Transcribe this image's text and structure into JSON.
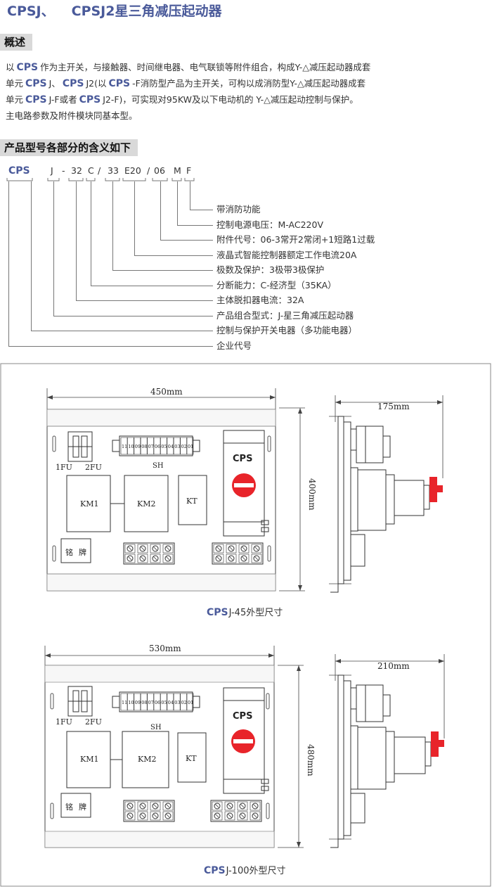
{
  "header": {
    "title_part1": "CPSJ、",
    "title_part2": "CPSJ2星三角减压起动器"
  },
  "overview": {
    "heading": "概述",
    "line1": {
      "s1": "以",
      "b1": "CPS",
      "s2": "作为主开关，与接触器、时间继电器、电气联锁等附件组合，构成Y-△减压起动器成套"
    },
    "line2": {
      "s1": "单元",
      "b1": "CPS",
      "s2": "J、",
      "b2": "CPS",
      "s3": "J2(以",
      "b3": "CPS",
      "s4": "-F消防型产品为主开关，可构以成消防型Y-△减压起动器成套"
    },
    "line3": {
      "s1": "单元",
      "b1": "CPS",
      "s2": "J-F或者",
      "b2": "CPS",
      "s3": "J2-F)，可实现对95KW及以下电动机的 Y-△减压起动控制与保护。"
    },
    "line4": "主电路参数及附件模块同基本型。"
  },
  "model": {
    "heading": "产品型号各部分的含义如下",
    "parts": [
      "CPS",
      "J",
      "-",
      "32",
      "C",
      "/",
      "33",
      "E20",
      "/",
      "06",
      "M",
      "F"
    ],
    "meanings": [
      "带消防功能",
      "控制电源电压：M-AC220V",
      "附件代号：06-3常开2常闭+1短路1过载",
      "液晶式智能控制器额定工作电流20A",
      "极数及保护：3极带3极保护",
      "分断能力：C-经济型（35KA）",
      "主体脱扣器电流：32A",
      "产品组合型式：J-星三角减压起动器",
      "控制与保护开关电器（多功能电器）",
      "企业代号"
    ]
  },
  "drawings": [
    {
      "width_label": "450mm",
      "height_label": "400mm",
      "depth_label": "175mm",
      "fuse1": "1FU",
      "fuse2": "2FU",
      "terminal_label": "SH",
      "terminal_numbers": [
        "11",
        "10",
        "09",
        "08",
        "07",
        "06",
        "05",
        "04",
        "03",
        "02",
        "01"
      ],
      "km1": "KM1",
      "km2": "KM2",
      "kt": "KT",
      "cps": "CPS",
      "nameplate1": "铭",
      "nameplate2": "牌",
      "caption_cps": "CPS",
      "caption_rest": "J-45外型尺寸"
    },
    {
      "width_label": "530mm",
      "height_label": "480mm",
      "depth_label": "210mm",
      "fuse1": "1FU",
      "fuse2": "2FU",
      "terminal_label": "SH",
      "terminal_numbers": [
        "11",
        "10",
        "09",
        "08",
        "07",
        "06",
        "05",
        "04",
        "03",
        "02",
        "01"
      ],
      "km1": "KM1",
      "km2": "KM2",
      "kt": "KT",
      "cps": "CPS",
      "nameplate1": "铭",
      "nameplate2": "牌",
      "caption_cps": "CPS",
      "caption_rest": "J-100外型尺寸"
    }
  ],
  "colors": {
    "title": "#4a5a9a",
    "section_bg": "#d9d9d9",
    "knob_red": "#e8242a",
    "handle_red": "#e8242a"
  }
}
